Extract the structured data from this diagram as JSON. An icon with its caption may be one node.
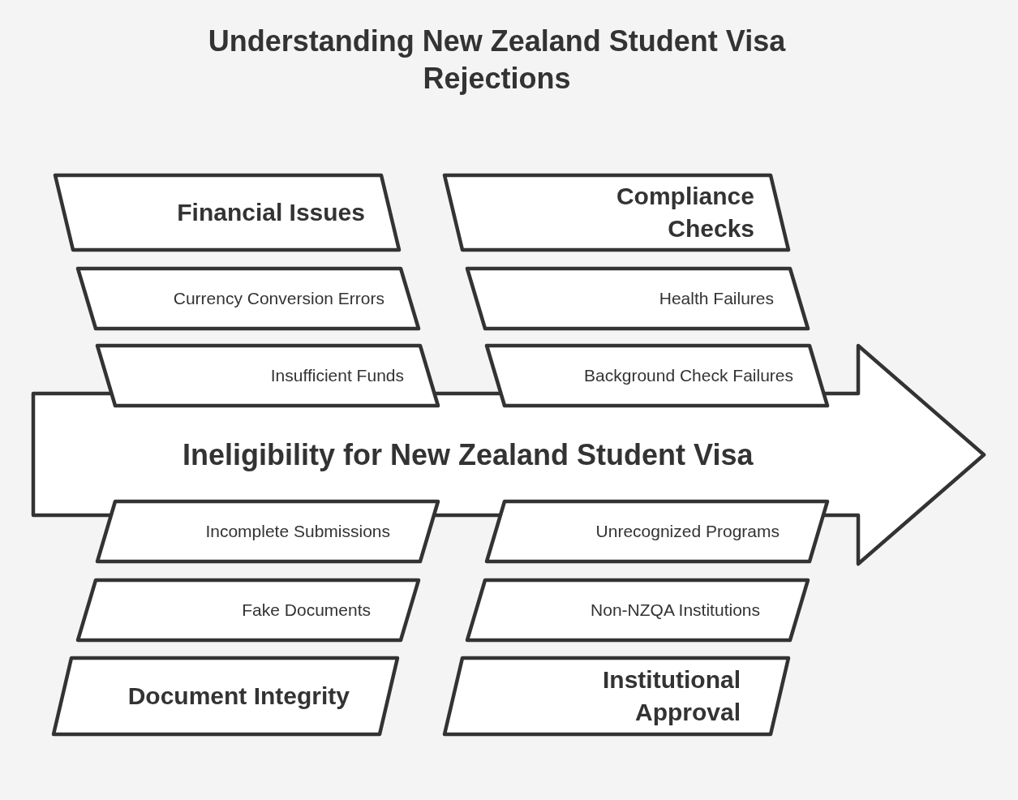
{
  "diagram": {
    "title": "Understanding New Zealand Student Visa Rejections",
    "nodes": [
      {
        "text": [
          "Financial Issues"
        ]
      },
      {
        "text": [
          "Compliance Checks"
        ]
      },
      {
        "text": [
          "Currency Conversion Errors"
        ]
      },
      {
        "text": [
          "Health Failures"
        ]
      },
      {
        "text": [
          "Insufficient Funds"
        ]
      },
      {
        "text": [
          "Background Check Failures"
        ]
      },
      {
        "text": [
          "Ineligibility for New Zealand Student Visa"
        ]
      },
      {
        "text": [
          "Incomplete Submissions"
        ]
      },
      {
        "text": [
          "Unrecognized Programs"
        ]
      },
      {
        "text": [
          "Fake Documents"
        ]
      },
      {
        "text": [
          "Non-NZQA Institutions"
        ]
      },
      {
        "text": [
          "Document Integrity"
        ]
      },
      {
        "text": [
          "Institutional Approval"
        ]
      }
    ]
  }
}
